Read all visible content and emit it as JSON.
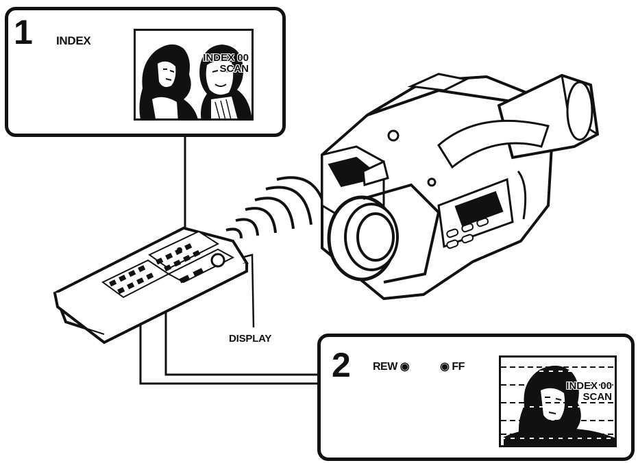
{
  "step1": {
    "number": "1",
    "button_label": "INDEX",
    "screen_osd": [
      "INDEX 00",
      "SCAN"
    ]
  },
  "step2": {
    "number": "2",
    "rew_label": "REW ◉",
    "ff_label": "◉ FF",
    "screen_osd": [
      "INDEX 00",
      "SCAN"
    ]
  },
  "remote": {
    "display_label": "DISPLAY"
  },
  "icons": [
    "pointing-hand-icon",
    "index-button-icon",
    "rewind-button-icon",
    "fast-forward-button-icon",
    "remote-signal-icon"
  ]
}
